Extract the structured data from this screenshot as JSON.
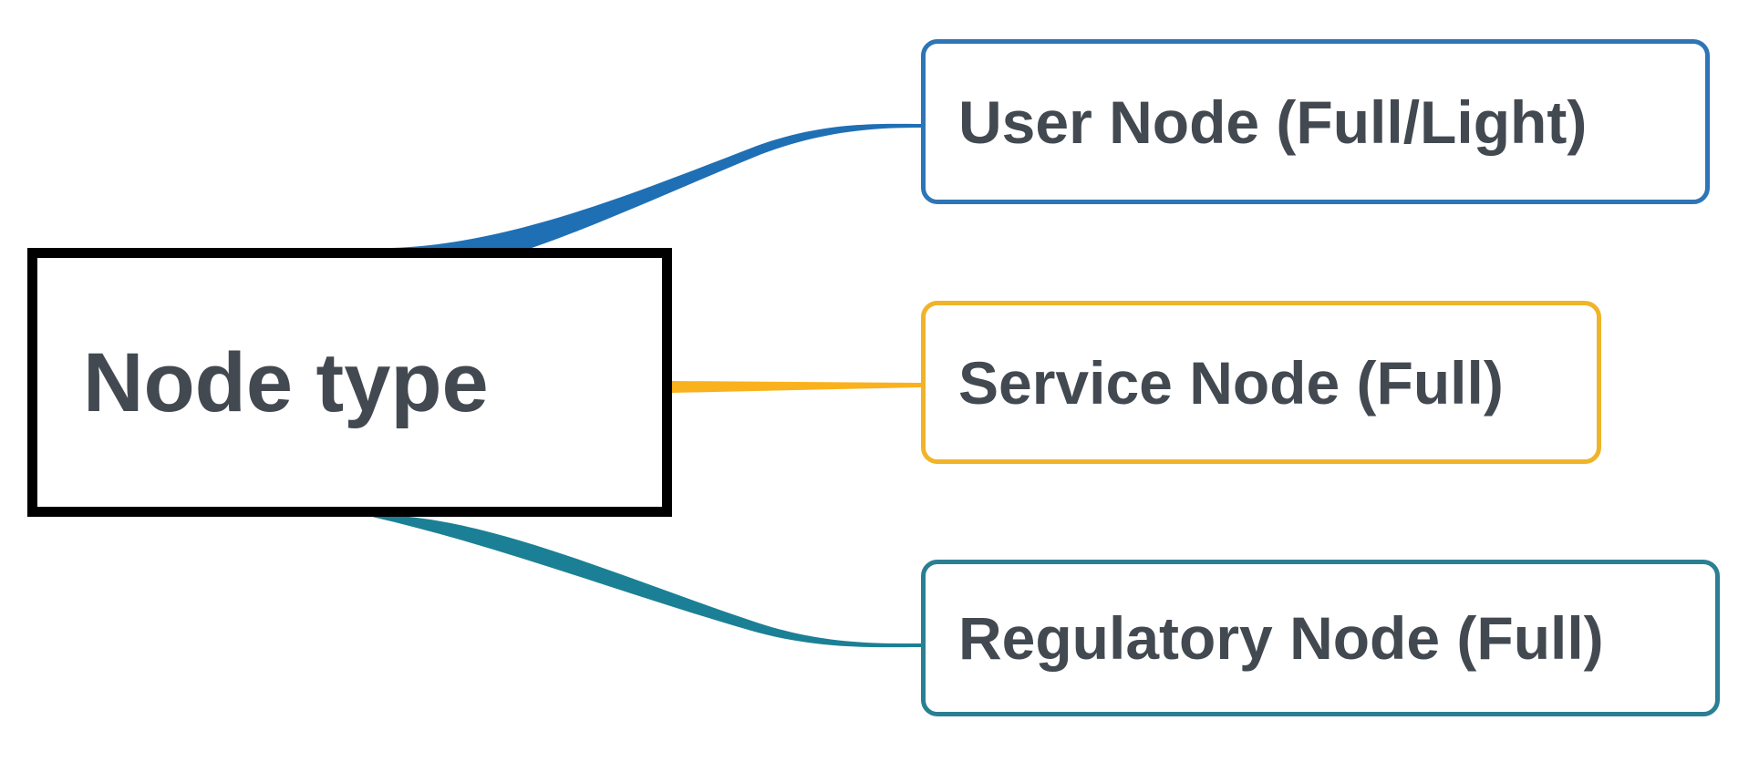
{
  "diagram": {
    "type": "mind-map",
    "root": {
      "label": "Node type"
    },
    "branches": [
      {
        "id": "user-node",
        "label": "User Node (Full/Light)",
        "color": "#2E75B6",
        "connector": "curve-up"
      },
      {
        "id": "service-node",
        "label": "Service Node (Full)",
        "color": "#EFB429",
        "connector": "straight"
      },
      {
        "id": "regulatory-node",
        "label": "Regulatory Node (Full)",
        "color": "#2A7F93",
        "connector": "curve-down"
      }
    ],
    "colors": {
      "root_border": "#000000",
      "text": "#434950",
      "background": "#FFFFFF"
    }
  }
}
